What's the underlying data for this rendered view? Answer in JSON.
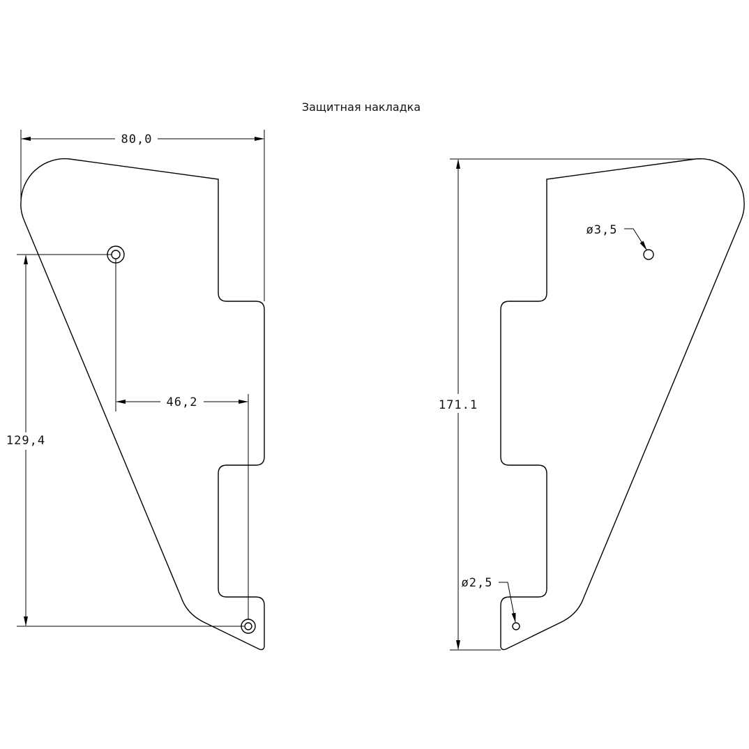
{
  "title": "Защитная накладка",
  "dimensions": {
    "width": "80,0",
    "hole_vertical_spacing": "129,4",
    "hole_horizontal_spacing": "46,2",
    "height": "171.1",
    "hole_diameter_top": "ø3,5",
    "hole_diameter_bottom": "ø2,5"
  },
  "colors": {
    "line": "#000000",
    "background": "#ffffff"
  }
}
